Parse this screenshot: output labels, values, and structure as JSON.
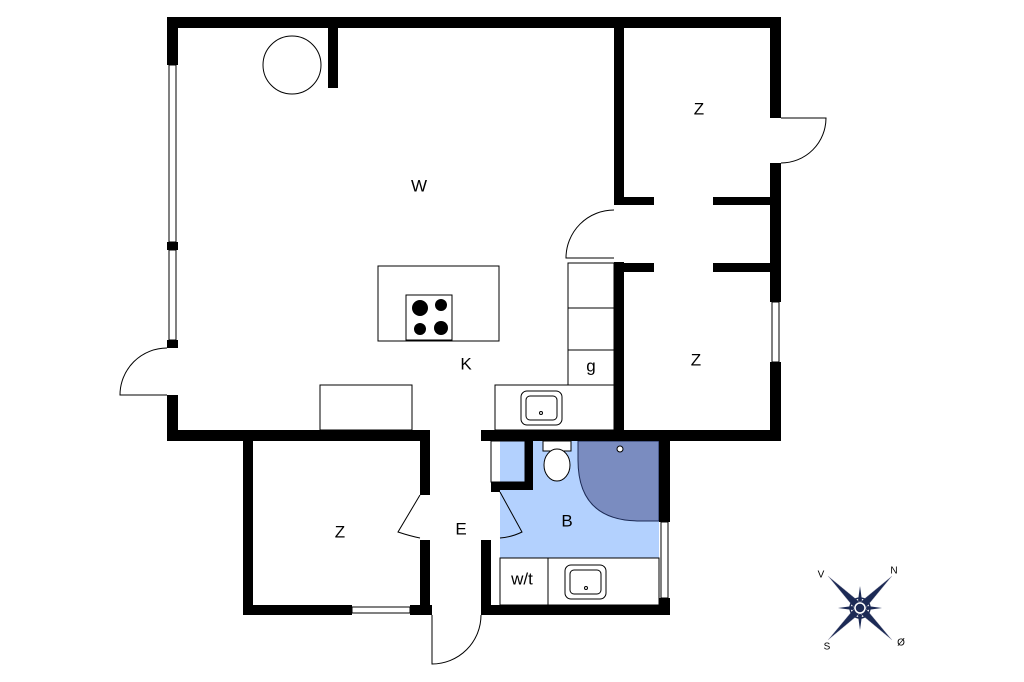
{
  "rooms": {
    "living": "W",
    "kitchen": "K",
    "bedroom_top_right": "Z",
    "bedroom_mid_right": "Z",
    "bedroom_bottom_left": "Z",
    "storage": "g",
    "entrance": "E",
    "bathroom": "B",
    "washer": "w/t"
  },
  "compass": {
    "north": "N",
    "west": "V",
    "south": "S",
    "east": "Ø"
  },
  "colors": {
    "bathroom": "#b3d1fe",
    "shower": "#7a8cc0",
    "compass": "#1c2a55"
  }
}
